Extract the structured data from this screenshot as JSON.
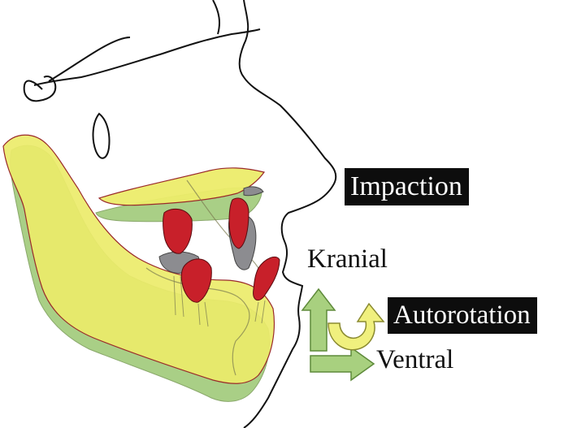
{
  "labels": {
    "impaction": "Impaction",
    "kranial": "Kranial",
    "autorotation": "Autorotation",
    "ventral": "Ventral"
  },
  "colors": {
    "mandible_yellow": "#ecec6a",
    "shadow_green": "#a9cf86",
    "tooth_red": "#c8202a",
    "tooth_gray": "#8c8c90",
    "arrow_green": "#a8d07f",
    "arrow_yellow": "#f0f07e",
    "outline": "#111111",
    "label_bg": "#0d0d0d",
    "label_text": "#ffffff"
  },
  "icons": {
    "up_arrow": "kranial-arrow-icon",
    "right_arrow": "ventral-arrow-icon",
    "rotation_arrow": "autorotation-arrow-icon"
  }
}
